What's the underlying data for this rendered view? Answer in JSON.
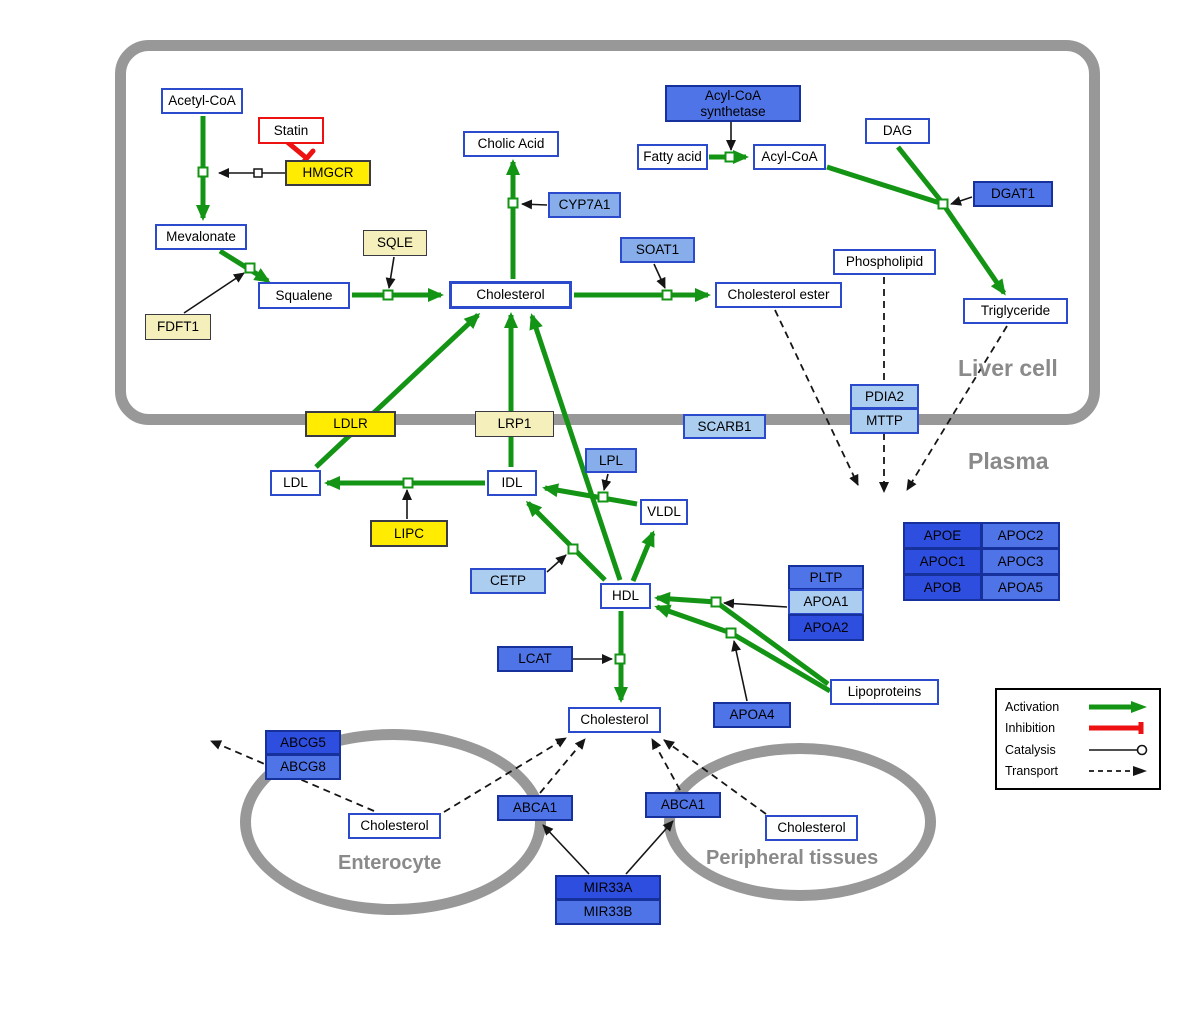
{
  "regions": {
    "liver_cell": "Liver cell",
    "plasma": "Plasma",
    "enterocyte": "Enterocyte",
    "peripheral_tissues": "Peripheral tissues"
  },
  "nodes": {
    "acetyl_coa": "Acetyl-CoA",
    "statin": "Statin",
    "hmgcr": "HMGCR",
    "mevalonate": "Mevalonate",
    "sqle": "SQLE",
    "fdft1": "FDFT1",
    "squalene": "Squalene",
    "cholesterol_liver": "Cholesterol",
    "cholic_acid": "Cholic Acid",
    "cyp7a1": "CYP7A1",
    "soat1": "SOAT1",
    "cholesterol_ester": "Cholesterol ester",
    "acyl_coa_synthetase": "Acyl-CoA synthetase",
    "fatty_acid": "Fatty acid",
    "acyl_coa": "Acyl-CoA",
    "dag": "DAG",
    "dgat1": "DGAT1",
    "phospholipid": "Phospholipid",
    "triglyceride": "Triglyceride",
    "pdia2": "PDIA2",
    "mttp": "MTTP",
    "ldlr": "LDLR",
    "lrp1": "LRP1",
    "scarb1": "SCARB1",
    "ldl": "LDL",
    "idl": "IDL",
    "lpl": "LPL",
    "vldl": "VLDL",
    "lipc": "LIPC",
    "cetp": "CETP",
    "hdl": "HDL",
    "pltp": "PLTP",
    "apoa1": "APOA1",
    "apoa2": "APOA2",
    "lcat": "LCAT",
    "apoa4": "APOA4",
    "lipoproteins": "Lipoproteins",
    "apoe": "APOE",
    "apoc2": "APOC2",
    "apoc1": "APOC1",
    "apoc3": "APOC3",
    "apob": "APOB",
    "apoa5": "APOA5",
    "cholesterol_plasma": "Cholesterol",
    "abcg5": "ABCG5",
    "abcg8": "ABCG8",
    "cholesterol_enterocyte": "Cholesterol",
    "abca1_left": "ABCA1",
    "abca1_right": "ABCA1",
    "cholesterol_peripheral": "Cholesterol",
    "mir33a": "MIR33A",
    "mir33b": "MIR33B"
  },
  "legend": {
    "activation": "Activation",
    "inhibition": "Inhibition",
    "catalysis": "Catalysis",
    "transport": "Transport"
  },
  "colors": {
    "activation_green": "#149414",
    "inhibition_red": "#ee1111",
    "membrane_gray": "#989898",
    "node_yellow": "#ffec00",
    "node_pale_yellow": "#f5efbb",
    "node_light_blue": "#abcdf0",
    "node_medium_blue": "#4f74e8",
    "node_dark_blue": "#2e4ee0",
    "border_blue": "#2b4bcc"
  }
}
